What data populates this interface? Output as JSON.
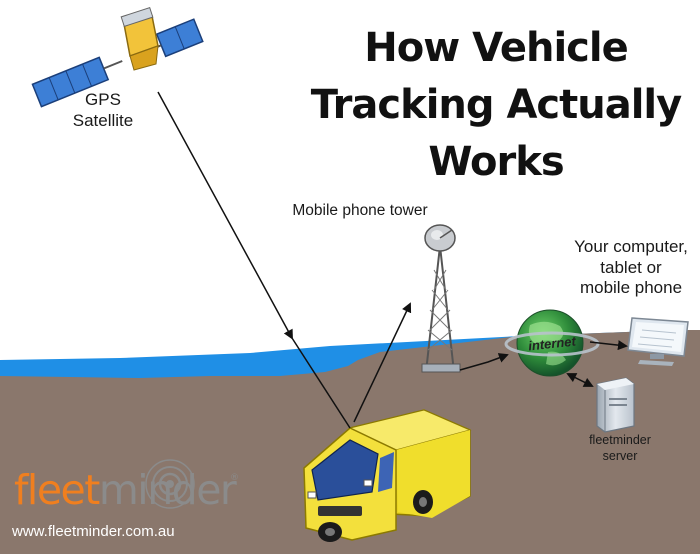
{
  "title": {
    "line1": "How Vehicle",
    "line2": "Tracking Actually",
    "line3": "Works"
  },
  "nodes": {
    "gps": {
      "line1": "GPS",
      "line2": "Satellite"
    },
    "tower": {
      "label": "Mobile phone tower"
    },
    "computer": {
      "line1": "Your computer,",
      "line2": "tablet or",
      "line3": "mobile phone"
    },
    "internet": {
      "label": "internet"
    },
    "server": {
      "line1": "fleetminder",
      "line2": "server"
    }
  },
  "brand": {
    "fleet": "fleet",
    "minder": "minder",
    "reg": "®",
    "website": "www.fleetminder.com.au",
    "fleet_color": "#f07f1f",
    "minder_color": "#8b8b8b"
  },
  "colors": {
    "ground": "#8a776c",
    "water": "#1f8fe6",
    "van": "#f0de2c",
    "globe": "#2e8b3a"
  },
  "links": [
    {
      "from": "gps",
      "to": "vehicle"
    },
    {
      "from": "vehicle",
      "to": "tower"
    },
    {
      "from": "tower",
      "to": "internet"
    },
    {
      "from": "internet",
      "to": "computer"
    },
    {
      "from": "internet",
      "to": "server",
      "bidirectional": true
    }
  ]
}
